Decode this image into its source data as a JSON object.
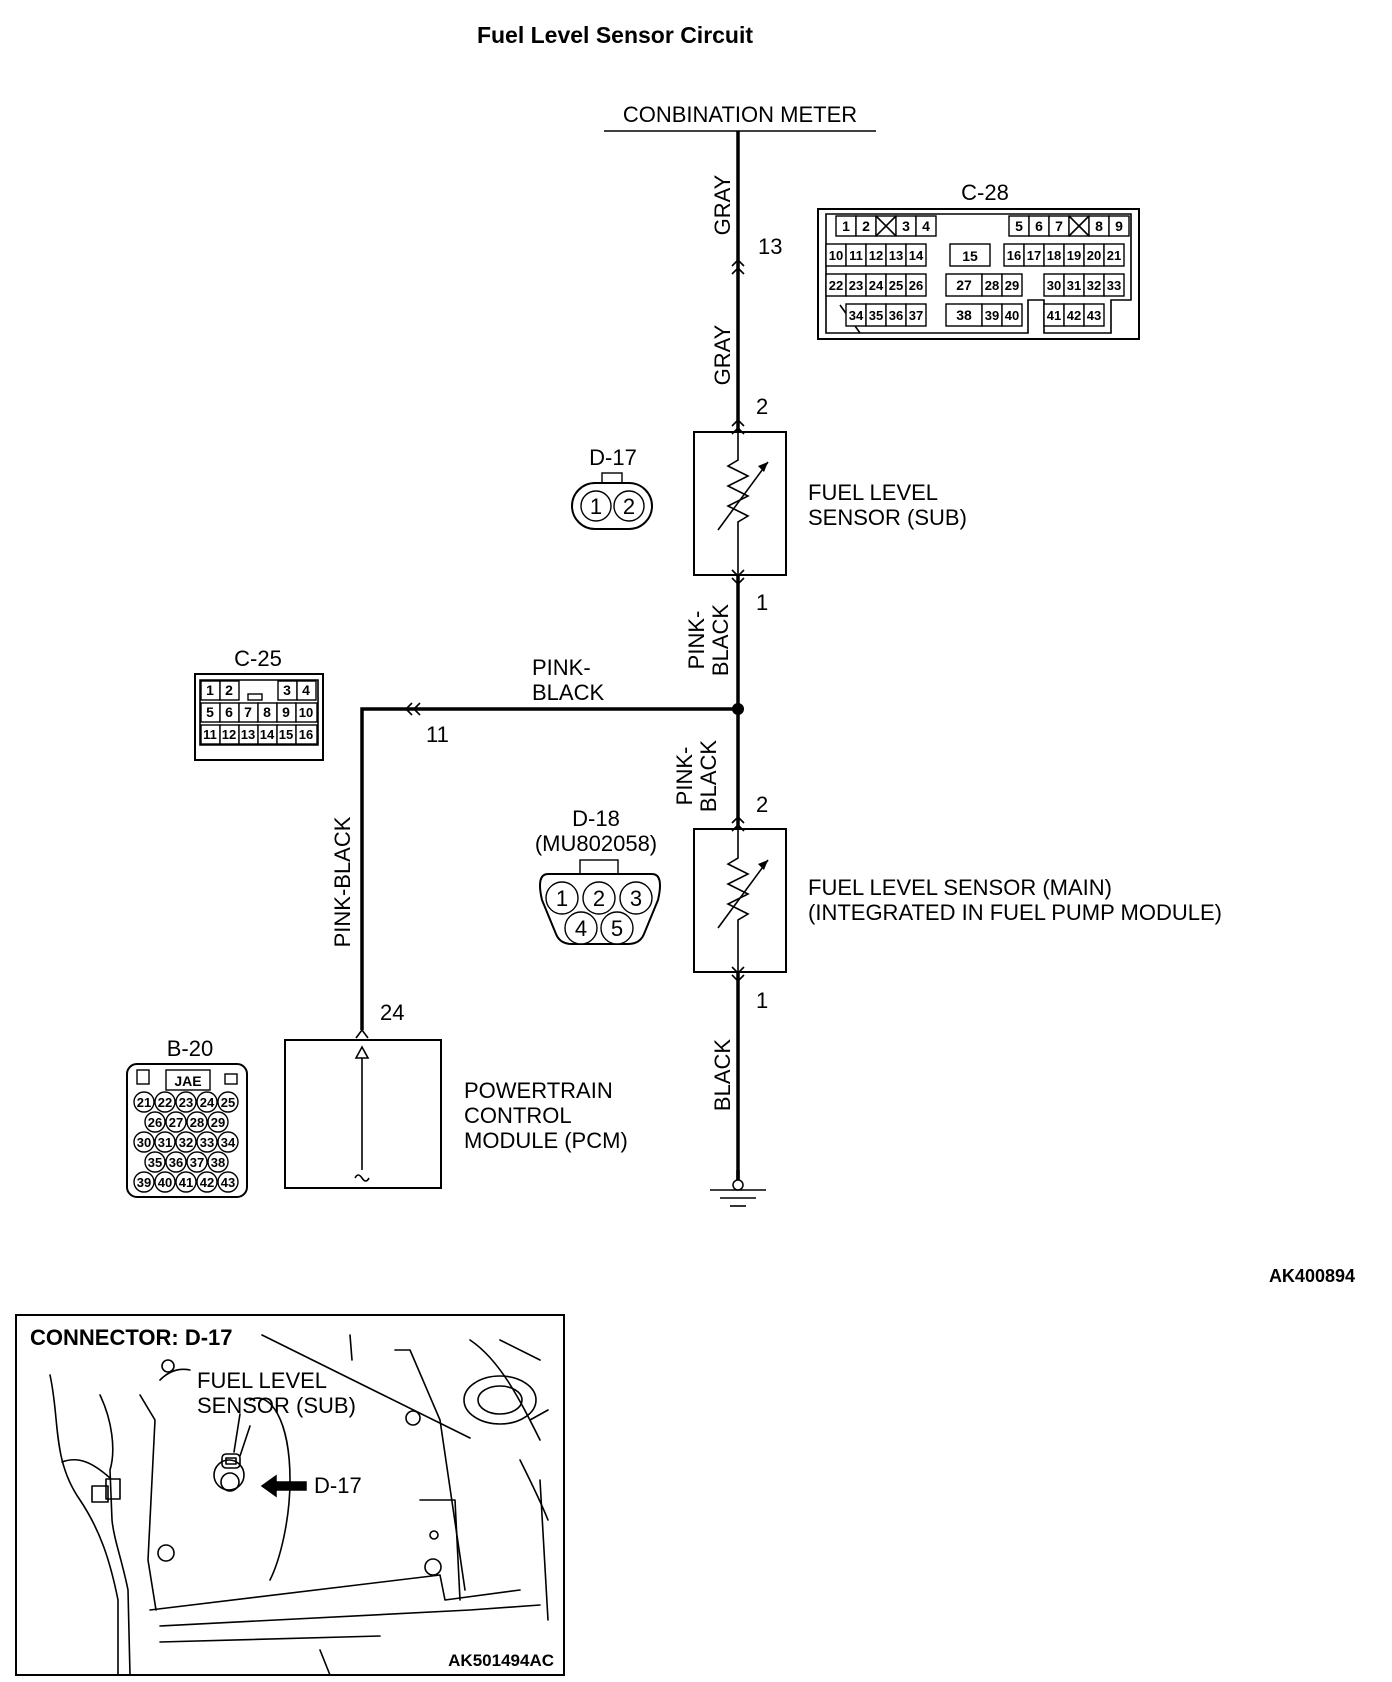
{
  "title": "Fuel Level Sensor Circuit",
  "combination_meter": "CONBINATION METER",
  "wires": {
    "gray_top": "GRAY",
    "gray_bottom": "GRAY",
    "pink_black_vert1": "PINK-\nBLACK",
    "pink_black_horiz": "PINK-\nBLACK",
    "pink_black_vert2": "PINK-\nBLACK",
    "pink_black_left": "PINK-BLACK",
    "black": "BLACK"
  },
  "pins": {
    "p13": "13",
    "sub_2": "2",
    "sub_1": "1",
    "p11": "11",
    "main_2": "2",
    "main_1": "1",
    "p24": "24"
  },
  "components": {
    "sub_sensor": [
      "FUEL LEVEL",
      "SENSOR (SUB)"
    ],
    "main_sensor": [
      "FUEL LEVEL SENSOR (MAIN)",
      "(INTEGRATED IN FUEL PUMP MODULE)"
    ],
    "pcm": [
      "POWERTRAIN",
      "CONTROL",
      "MODULE (PCM)"
    ]
  },
  "connectors": {
    "c28": {
      "name": "C-28",
      "row1_left": [
        "1",
        "2",
        "",
        "3",
        "4"
      ],
      "row1_right": [
        "5",
        "6",
        "7",
        "",
        "8",
        "9"
      ],
      "row2_left": [
        "10",
        "11",
        "12",
        "13",
        "14"
      ],
      "row2_mid": "15",
      "row2_right": [
        "16",
        "17",
        "18",
        "19",
        "20",
        "21"
      ],
      "row3_left": [
        "22",
        "23",
        "24",
        "25",
        "26"
      ],
      "row3_mid": [
        "27",
        "28",
        "29"
      ],
      "row3_right": [
        "30",
        "31",
        "32",
        "33"
      ],
      "row4_left": [
        "34",
        "35",
        "36",
        "37"
      ],
      "row4_mid": [
        "38",
        "39",
        "40"
      ],
      "row4_right": [
        "41",
        "42",
        "43"
      ]
    },
    "c25": {
      "name": "C-25",
      "row1": [
        "1",
        "2",
        "",
        "",
        "3",
        "4"
      ],
      "row2": [
        "5",
        "6",
        "7",
        "8",
        "9",
        "10"
      ],
      "row3": [
        "11",
        "12",
        "13",
        "14",
        "15",
        "16"
      ]
    },
    "d17": {
      "name": "D-17",
      "pins": [
        "1",
        "2"
      ]
    },
    "d18": {
      "name": "D-18",
      "part": "(MU802058)",
      "pins": [
        "1",
        "2",
        "3",
        "4",
        "5"
      ]
    },
    "b20": {
      "name": "B-20",
      "maker": "JAE",
      "row1": [
        "21",
        "22",
        "23",
        "24",
        "25"
      ],
      "row2": [
        "26",
        "27",
        "28",
        "29"
      ],
      "row3": [
        "30",
        "31",
        "32",
        "33",
        "34"
      ],
      "row4": [
        "35",
        "36",
        "37",
        "38"
      ],
      "row5": [
        "39",
        "40",
        "41",
        "42",
        "43"
      ]
    }
  },
  "code_top": "AK400894",
  "inset": {
    "title": "CONNECTOR: D-17",
    "label": [
      "FUEL LEVEL",
      "SENSOR (SUB)"
    ],
    "callout": "D-17",
    "code": "AK501494AC"
  }
}
